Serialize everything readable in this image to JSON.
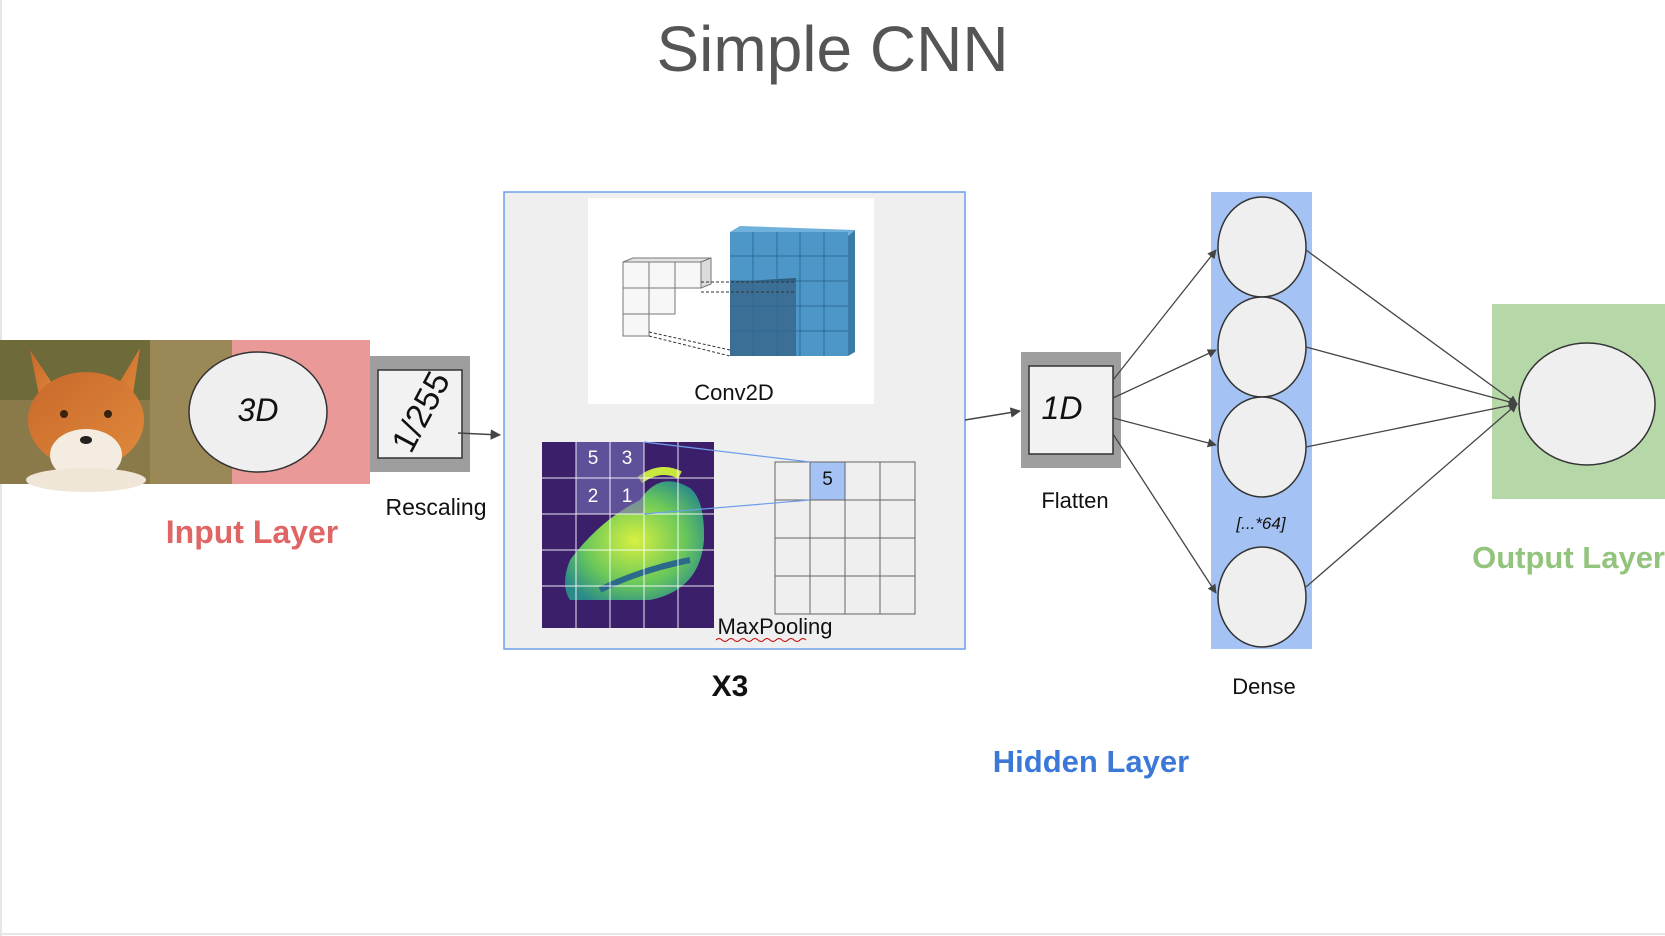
{
  "title": "Simple CNN",
  "input": {
    "shape_label": "3D",
    "layer_label": "Input Layer",
    "color": "#e06666",
    "bg": "#ea9999"
  },
  "rescaling": {
    "box_text": "1/255",
    "label": "Rescaling"
  },
  "conv_block": {
    "conv_label": "Conv2D",
    "pool_label": "MaxPooling",
    "repeat_label": "X3",
    "border_color": "#4a86e8"
  },
  "pool_grid_values": [
    "5",
    "3",
    "2",
    "1"
  ],
  "pool_output_value": "5",
  "flatten": {
    "box_text": "1D",
    "label": "Flatten"
  },
  "dense": {
    "dots_label": "[...*64]",
    "label": "Dense",
    "bg": "#a4c2f4"
  },
  "hidden_label": "Hidden Layer",
  "hidden_color": "#3c78d8",
  "output": {
    "layer_label": "Output Layer",
    "color": "#93c47d",
    "bg": "#b6d7a8"
  }
}
